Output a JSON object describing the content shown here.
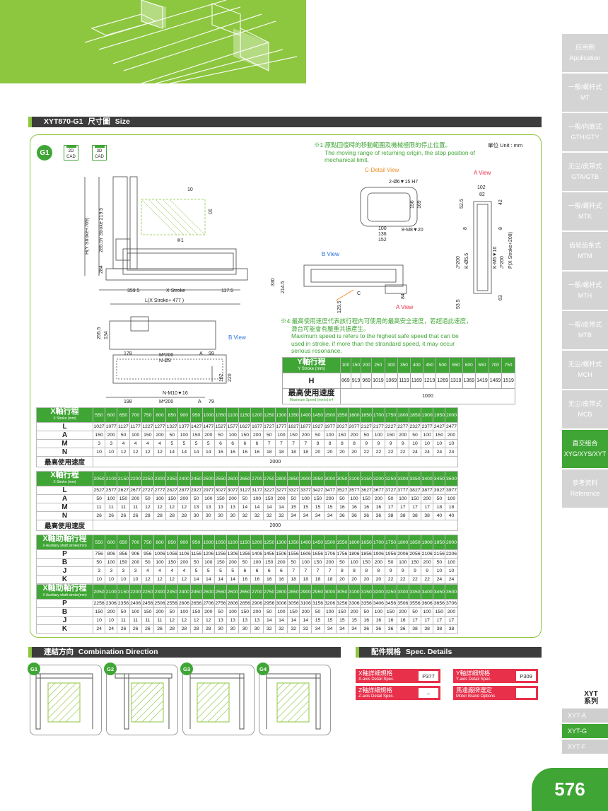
{
  "nav": {
    "items": [
      {
        "zh": "应用例",
        "en": "Application"
      },
      {
        "zh": "一般/螺杆式",
        "en": "MT"
      },
      {
        "zh": "一般/内嵌式",
        "en": "GTH/GTY"
      },
      {
        "zh": "无尘/皮带式",
        "en": "GTA/GTB"
      },
      {
        "zh": "一般/螺杆式",
        "en": "MTK"
      },
      {
        "zh": "齿轮齿条式",
        "en": "MTM"
      },
      {
        "zh": "一般/螺杆式",
        "en": "MTH"
      },
      {
        "zh": "一般/皮带式",
        "en": "MTB"
      },
      {
        "zh": "无尘/螺杆式",
        "en": "MCH"
      },
      {
        "zh": "无尘/皮带式",
        "en": "MCB"
      },
      {
        "zh": "直交组合",
        "en": "XYG/XYS/XYT"
      },
      {
        "zh": "参考资料",
        "en": "Reference"
      }
    ]
  },
  "series": {
    "title1": "XYT",
    "title2": "系列",
    "items": [
      "XYT-A",
      "XYT-G",
      "XYT-F"
    ]
  },
  "page_number": "576",
  "section_size": {
    "model": "XYT870-G1",
    "zh": "尺寸圖",
    "en": "Size"
  },
  "g1": "G1",
  "cad": {
    "c2d": "2D CAD",
    "c3d": "3D CAD"
  },
  "unit": "單位 Unit : mm",
  "note1": {
    "zh": "※1:原點回復時的移動範圍及機械極限的停止位置。",
    "en1": "The moving range of returning origin, the stop position of",
    "en2": "mechanical limit."
  },
  "note4": {
    "zh1": "※4:最高使用速度代表該行程內可使用的最高安全速度，若超過此速度，",
    "zh2": "滑台可能會有嚴重共振產生。",
    "en1": "Maximum speed is refers to the highest safe speed that can be",
    "en2": "used in stroke, if more than the strandard speed, it may occur",
    "en3": "serious resonance."
  },
  "views": {
    "c": "C-Detail View",
    "a": "A View",
    "b": "B View",
    "a2": "A View",
    "b2": "B View",
    "cmark": "C"
  },
  "dims": {
    "d1": "10",
    "d2": "10",
    "ys": "Y Stroke 219.5",
    "h": "H(Y Stroke+769)",
    "d3": "285.5",
    "d4": "284",
    "d5": "359.5",
    "xs": "X Stroke",
    "d6": "117.5",
    "l": "L(X Stroke+ 477 )",
    "note1": "※1",
    "d7": "255.5",
    "d8": "134",
    "d9": "178",
    "m200": "M*200",
    "n9": "N-Ø9",
    "a": "A",
    "d10": "99",
    "d11": "182",
    "d12": "220",
    "nm10": "N-M10▼16",
    "d13": "198",
    "m200b": "M*200",
    "a2": "A",
    "d14": "79",
    "c1": "2-Ø6▼15 H7",
    "c2": "156",
    "c3": "169",
    "c4": "100",
    "c5": "136",
    "c6": "152",
    "c7": "8-M8▼20",
    "v1": "330",
    "v2": "214.5",
    "v3": "129.5",
    "v4": "84",
    "a1": "102",
    "a3": "82",
    "a4": "52.5",
    "a5": "42",
    "a6": "8",
    "a7": "J*200",
    "a8": "K-Ø5.5",
    "a9": "K-M5▼10",
    "a10": "J*200",
    "a11": "P(X Stroke+208)",
    "a12": "53.5",
    "a13": "63",
    "a14": "8"
  },
  "y_table": {
    "label_zh": "Y軸行程",
    "label_en": "Y Stroke (mm)",
    "strokes": [
      "100",
      "150",
      "200",
      "250",
      "300",
      "350",
      "400",
      "450",
      "500",
      "550",
      "600",
      "650",
      "700",
      "750"
    ],
    "h_label": "H",
    "h": [
      "869",
      "919",
      "969",
      "1019",
      "1069",
      "1119",
      "1169",
      "1219",
      "1269",
      "1319",
      "1369",
      "1419",
      "1469",
      "1519"
    ],
    "speed_zh": "最高使用速度",
    "speed_en": "Maximum Speed (mm/s)※4",
    "speed": "1000"
  },
  "x_table1": {
    "label_zh": "X軸行程",
    "label_en": "X Stroke (mm)",
    "strokes": [
      "550",
      "600",
      "650",
      "700",
      "750",
      "800",
      "850",
      "900",
      "950",
      "1000",
      "1050",
      "1100",
      "1150",
      "1200",
      "1250",
      "1300",
      "1350",
      "1400",
      "1450",
      "1500",
      "1550",
      "1600",
      "1650",
      "1700",
      "1750",
      "1800",
      "1850",
      "1900",
      "1950",
      "2000"
    ],
    "rows": [
      {
        "k": "L",
        "v": [
          "1027",
          "1077",
          "1127",
          "1177",
          "1227",
          "1277",
          "1327",
          "1377",
          "1427",
          "1477",
          "1527",
          "1577",
          "1627",
          "1677",
          "1727",
          "1777",
          "1827",
          "1877",
          "1927",
          "1977",
          "2027",
          "2077",
          "2127",
          "2177",
          "2227",
          "2277",
          "2327",
          "2377",
          "2427",
          "2477"
        ]
      },
      {
        "k": "A",
        "v": [
          "150",
          "200",
          "50",
          "100",
          "150",
          "200",
          "50",
          "100",
          "150",
          "200",
          "50",
          "100",
          "150",
          "200",
          "50",
          "100",
          "150",
          "200",
          "50",
          "100",
          "150",
          "200",
          "50",
          "100",
          "150",
          "200",
          "50",
          "100",
          "150",
          "200"
        ]
      },
      {
        "k": "M",
        "v": [
          "3",
          "3",
          "4",
          "4",
          "4",
          "4",
          "5",
          "5",
          "5",
          "5",
          "6",
          "6",
          "6",
          "6",
          "7",
          "7",
          "7",
          "7",
          "8",
          "8",
          "8",
          "8",
          "9",
          "9",
          "9",
          "9",
          "10",
          "10",
          "10",
          "10"
        ]
      },
      {
        "k": "N",
        "v": [
          "10",
          "10",
          "12",
          "12",
          "12",
          "12",
          "14",
          "14",
          "14",
          "14",
          "16",
          "16",
          "16",
          "16",
          "18",
          "18",
          "18",
          "18",
          "20",
          "20",
          "20",
          "20",
          "22",
          "22",
          "22",
          "22",
          "24",
          "24",
          "24",
          "24"
        ]
      }
    ],
    "speed_zh": "最高使用速度",
    "speed": "2000"
  },
  "x_table2": {
    "label_zh": "X軸行程",
    "label_en": "X Stroke (mm)",
    "strokes": [
      "2050",
      "2100",
      "2150",
      "2200",
      "2250",
      "2300",
      "2350",
      "2400",
      "2450",
      "2500",
      "2550",
      "2600",
      "2650",
      "2700",
      "2750",
      "2800",
      "2850",
      "2900",
      "2950",
      "3000",
      "3050",
      "3100",
      "3150",
      "3200",
      "3250",
      "3300",
      "3350",
      "3400",
      "3450",
      "3500"
    ],
    "rows": [
      {
        "k": "L",
        "v": [
          "2527",
          "2577",
          "2627",
          "2677",
          "2727",
          "2777",
          "2827",
          "2877",
          "2927",
          "2977",
          "3027",
          "3077",
          "3127",
          "3177",
          "3227",
          "3277",
          "3327",
          "3377",
          "3427",
          "3477",
          "3527",
          "3577",
          "3627",
          "3677",
          "3727",
          "3777",
          "3827",
          "3877",
          "3927",
          "3977"
        ]
      },
      {
        "k": "A",
        "v": [
          "50",
          "100",
          "150",
          "200",
          "50",
          "100",
          "150",
          "200",
          "50",
          "100",
          "150",
          "200",
          "50",
          "100",
          "150",
          "200",
          "50",
          "100",
          "150",
          "200",
          "50",
          "100",
          "150",
          "200",
          "50",
          "100",
          "150",
          "200",
          "50",
          "100"
        ]
      },
      {
        "k": "M",
        "v": [
          "11",
          "11",
          "11",
          "11",
          "12",
          "12",
          "12",
          "12",
          "13",
          "13",
          "13",
          "13",
          "14",
          "14",
          "14",
          "14",
          "15",
          "15",
          "15",
          "15",
          "16",
          "16",
          "16",
          "16",
          "17",
          "17",
          "17",
          "17",
          "18",
          "18"
        ]
      },
      {
        "k": "N",
        "v": [
          "26",
          "26",
          "26",
          "26",
          "28",
          "28",
          "28",
          "28",
          "30",
          "30",
          "30",
          "30",
          "32",
          "32",
          "32",
          "32",
          "34",
          "34",
          "34",
          "34",
          "36",
          "36",
          "36",
          "36",
          "38",
          "38",
          "38",
          "38",
          "40",
          "40"
        ]
      }
    ],
    "speed_zh": "最高使用速度",
    "speed": "2000"
  },
  "x_table3": {
    "label_zh": "X軸助軸行程",
    "label_en": "X Auxiliary shaft stroke(mm)",
    "strokes": [
      "550",
      "600",
      "650",
      "700",
      "750",
      "800",
      "850",
      "900",
      "950",
      "1000",
      "1050",
      "1100",
      "1150",
      "1200",
      "1250",
      "1300",
      "1350",
      "1400",
      "1450",
      "1500",
      "1550",
      "1600",
      "1650",
      "1700",
      "1750",
      "1800",
      "1850",
      "1900",
      "1950",
      "2000"
    ],
    "rows": [
      {
        "k": "P",
        "v": [
          "756",
          "806",
          "856",
          "906",
          "956",
          "1006",
          "1056",
          "1106",
          "1156",
          "1206",
          "1256",
          "1306",
          "1356",
          "1406",
          "1456",
          "1506",
          "1556",
          "1606",
          "1656",
          "1706",
          "1756",
          "1806",
          "1856",
          "1906",
          "1956",
          "2006",
          "2056",
          "2106",
          "2156",
          "2206"
        ]
      },
      {
        "k": "B",
        "v": [
          "50",
          "100",
          "150",
          "200",
          "50",
          "100",
          "150",
          "200",
          "50",
          "100",
          "150",
          "200",
          "50",
          "100",
          "150",
          "200",
          "50",
          "100",
          "150",
          "200",
          "50",
          "100",
          "150",
          "200",
          "50",
          "100",
          "150",
          "200",
          "50",
          "100"
        ]
      },
      {
        "k": "J",
        "v": [
          "3",
          "3",
          "3",
          "3",
          "4",
          "4",
          "4",
          "4",
          "5",
          "5",
          "5",
          "5",
          "6",
          "6",
          "6",
          "6",
          "7",
          "7",
          "7",
          "7",
          "8",
          "8",
          "8",
          "8",
          "9",
          "9",
          "9",
          "9",
          "10",
          "10"
        ]
      },
      {
        "k": "K",
        "v": [
          "10",
          "10",
          "10",
          "10",
          "12",
          "12",
          "12",
          "12",
          "14",
          "14",
          "14",
          "14",
          "16",
          "16",
          "16",
          "16",
          "18",
          "18",
          "18",
          "18",
          "20",
          "20",
          "20",
          "20",
          "22",
          "22",
          "22",
          "22",
          "24",
          "24"
        ]
      }
    ]
  },
  "x_table4": {
    "label_zh": "X軸助軸行程",
    "label_en": "X Auxiliary shaft stroke(mm)",
    "strokes": [
      "2050",
      "2100",
      "2150",
      "2200",
      "2250",
      "2300",
      "2350",
      "2400",
      "2450",
      "2500",
      "2550",
      "2600",
      "2650",
      "2700",
      "2750",
      "2800",
      "2850",
      "2900",
      "2950",
      "3000",
      "3050",
      "3100",
      "3150",
      "3200",
      "3250",
      "3300",
      "3350",
      "3400",
      "3450",
      "3500"
    ],
    "rows": [
      {
        "k": "P",
        "v": [
          "2256",
          "2306",
          "2356",
          "2406",
          "2456",
          "2506",
          "2556",
          "2606",
          "2656",
          "2706",
          "2756",
          "2806",
          "2856",
          "2906",
          "2956",
          "3006",
          "3056",
          "3106",
          "3156",
          "3206",
          "3256",
          "3306",
          "3356",
          "3406",
          "3456",
          "3506",
          "3556",
          "3606",
          "3656",
          "3706"
        ]
      },
      {
        "k": "B",
        "v": [
          "150",
          "200",
          "50",
          "100",
          "150",
          "200",
          "50",
          "100",
          "150",
          "200",
          "50",
          "100",
          "150",
          "200",
          "50",
          "100",
          "150",
          "200",
          "50",
          "100",
          "150",
          "200",
          "50",
          "100",
          "150",
          "200",
          "50",
          "100",
          "150",
          "200"
        ]
      },
      {
        "k": "J",
        "v": [
          "10",
          "10",
          "11",
          "11",
          "11",
          "11",
          "12",
          "12",
          "12",
          "12",
          "13",
          "13",
          "13",
          "13",
          "14",
          "14",
          "14",
          "14",
          "15",
          "15",
          "15",
          "15",
          "16",
          "16",
          "16",
          "16",
          "17",
          "17",
          "17",
          "17"
        ]
      },
      {
        "k": "K",
        "v": [
          "24",
          "24",
          "26",
          "26",
          "26",
          "26",
          "28",
          "28",
          "28",
          "28",
          "30",
          "30",
          "30",
          "30",
          "32",
          "32",
          "32",
          "32",
          "34",
          "34",
          "34",
          "34",
          "36",
          "36",
          "36",
          "36",
          "38",
          "38",
          "38",
          "38"
        ]
      }
    ]
  },
  "section_comb": {
    "zh": "連結方向",
    "en": "Combination Direction",
    "items": [
      "G1",
      "G2",
      "G3",
      "G4"
    ]
  },
  "section_spec": {
    "zh": "配件規格",
    "en": "Spec. Details",
    "items": [
      {
        "zh": "X軸詳細規格",
        "en": "X-axis Detail Spec.",
        "page": "P377"
      },
      {
        "zh": "Y軸詳細規格",
        "en": "Y-axis Detail Spec.",
        "page": "P309"
      },
      {
        "zh": "Z軸詳細規格",
        "en": "Z-axis Detail Spec.",
        "page": "–"
      },
      {
        "zh": "馬達廠牌選定",
        "en": "Motor Brand Options",
        "page": ""
      }
    ]
  },
  "colors": {
    "green": "#3fa535",
    "light_green": "#8dc63f",
    "dark_bar": "#3c3c3c",
    "red": "#e8304a",
    "nav_gray": "#d4d4d4"
  }
}
